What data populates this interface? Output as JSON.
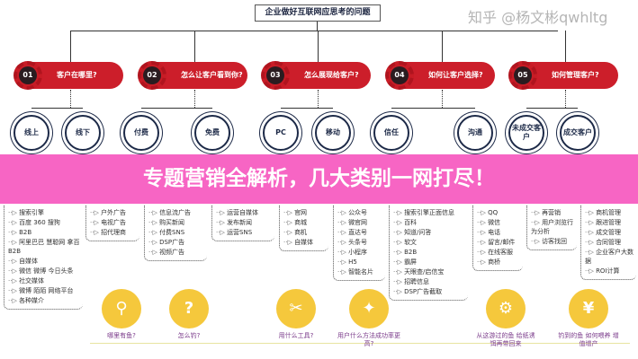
{
  "title": "企业做好互联网应思考的问题",
  "steps": [
    {
      "num": "01",
      "label": "客户在哪里?"
    },
    {
      "num": "02",
      "label": "怎么让客户看到你?"
    },
    {
      "num": "03",
      "label": "怎么展现给客户?"
    },
    {
      "num": "04",
      "label": "如何让客户选择?"
    },
    {
      "num": "05",
      "label": "如何管理客户?"
    }
  ],
  "nodes": [
    {
      "label": "线上",
      "items": [
        "搜索引擎",
        "百度 360 搜狗",
        "B2B",
        "阿里巴巴 慧聪网 拿百B2B",
        "自媒体",
        "微信 微博 今日头条",
        "社交媒体",
        "微博 陌陌 网络平台",
        "各种媒介"
      ]
    },
    {
      "label": "线下",
      "items": [
        "户外广告",
        "电视广告",
        "招代理商"
      ]
    },
    {
      "label": "付费",
      "items": [
        "信息流广告",
        "购买新闻",
        "付费SNS",
        "DSP广告",
        "视频广告"
      ]
    },
    {
      "label": "免费",
      "items": [
        "运营自媒体",
        "发布新闻",
        "运营SNS"
      ]
    },
    {
      "label": "PC",
      "items": [
        "官网",
        "商城",
        "商机",
        "自媒体"
      ]
    },
    {
      "label": "移动",
      "items": [
        "公众号",
        "微官网",
        "直达号",
        "头条号",
        "小程序",
        "H5",
        "智能名片"
      ]
    },
    {
      "label": "信任",
      "items": [
        "搜索引擎正面信息",
        "百科",
        "知道/问答",
        "软文",
        "B2B",
        "霸屏",
        "天眼查/启信宝",
        "招聘信息",
        "DSP广告截取"
      ]
    },
    {
      "label": "沟通",
      "items": [
        "QQ",
        "微信",
        "电话",
        "留言/邮件",
        "在线客服",
        "商桥"
      ]
    },
    {
      "label": "未成交客户",
      "items": [
        "再营销",
        "用户浏览行为分析",
        "访客找回"
      ]
    },
    {
      "label": "成交客户",
      "items": [
        "商机管理",
        "跟进管理",
        "成交管理",
        "合同管理",
        "企业客户大数据",
        "ROI计算"
      ]
    }
  ],
  "bottom": [
    {
      "icon": "magnifier-icon",
      "glyph": "⚲",
      "label": "哪里有鱼?"
    },
    {
      "icon": "question-icon",
      "glyph": "?",
      "label": "怎么钓?"
    },
    {
      "icon": "tools-icon",
      "glyph": "✂",
      "label": "用什么工具?"
    },
    {
      "icon": "lightbulb-icon",
      "glyph": "✦",
      "label": "用户什么方法成功率更高?"
    },
    {
      "icon": "gears-icon",
      "glyph": "⚙",
      "label": "从这游过的鱼 给纸诱饵再带回来"
    },
    {
      "icon": "money-bag-icon",
      "glyph": "¥",
      "label": "钓到的鱼 如何喂养 增值增产"
    }
  ],
  "banner": "专题营销全解析，几大类别一网打尽！",
  "watermark": "知乎 @杨文彬qwhltg",
  "colors": {
    "step_red": "#cc1e2a",
    "banner_pink": "#f654be",
    "yellow": "#f5c83c",
    "navy": "#1d2a48"
  }
}
